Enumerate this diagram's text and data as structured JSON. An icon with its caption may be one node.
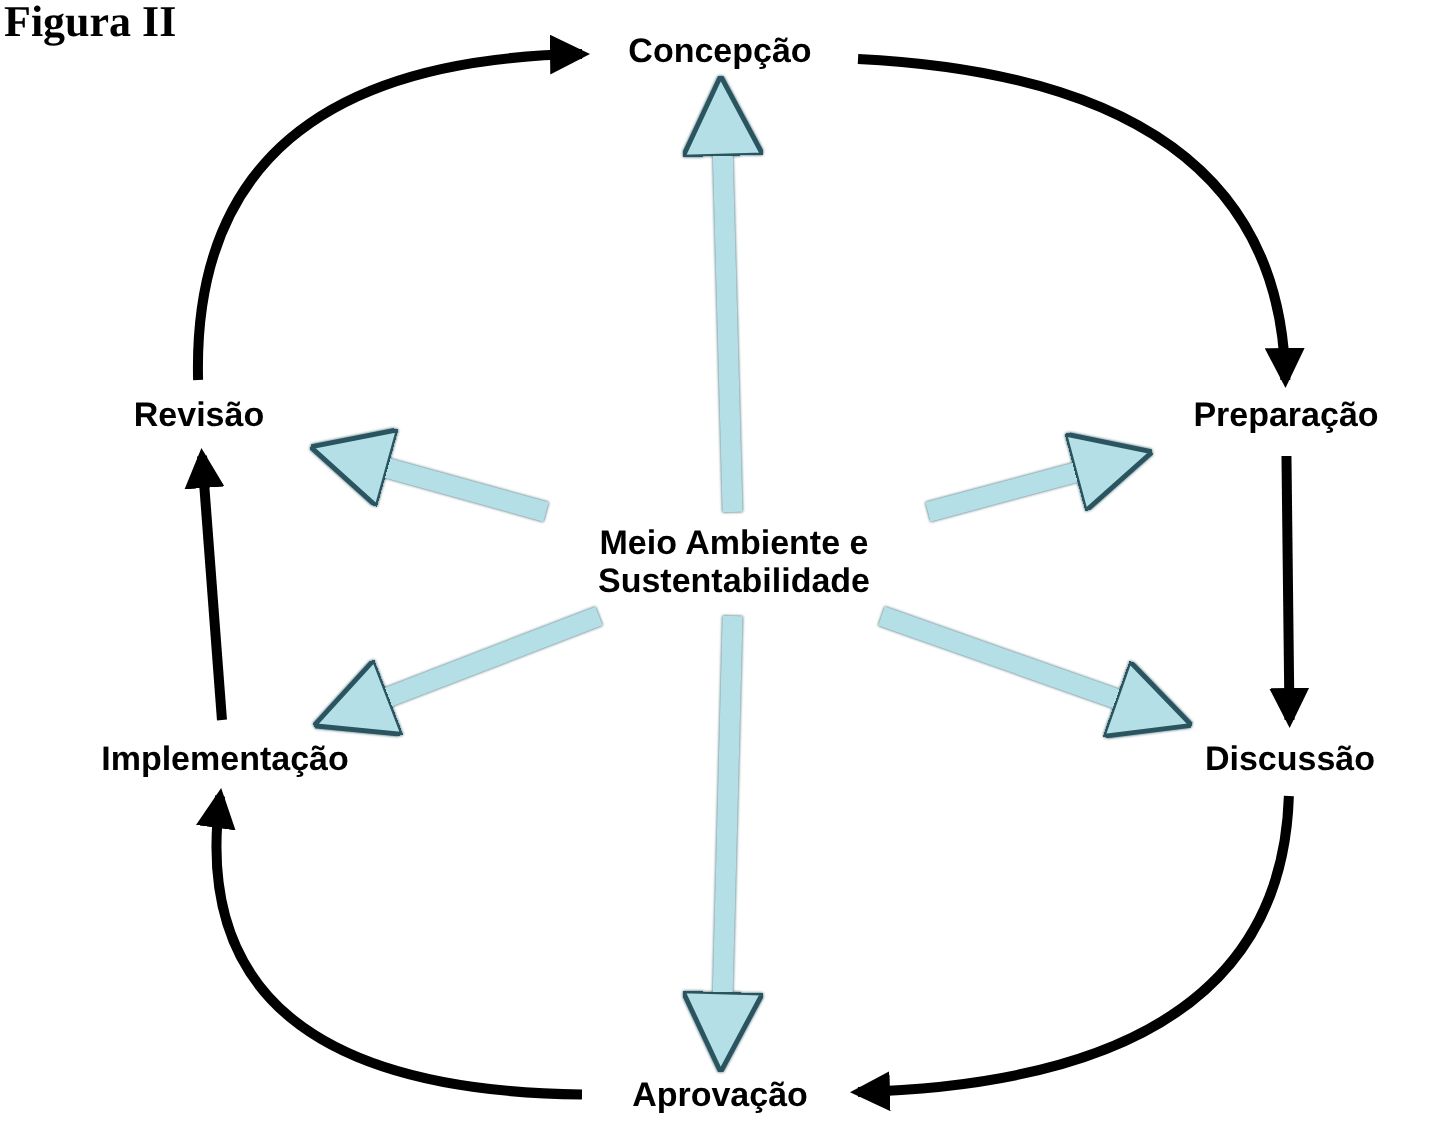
{
  "diagram": {
    "title": "Figura II",
    "nodes": [
      {
        "text": [
          "Concepção"
        ]
      },
      {
        "text": [
          "Preparação"
        ]
      },
      {
        "text": [
          "Discussão"
        ]
      },
      {
        "text": [
          "Aprovação"
        ]
      },
      {
        "text": [
          "Implementação"
        ]
      },
      {
        "text": [
          "Revisão"
        ]
      },
      {
        "text": [
          "Meio Ambiente e Sustentabilidade"
        ]
      }
    ],
    "edges": [
      {
        "from": 0,
        "to": 1,
        "arrow": "to"
      },
      {
        "from": 1,
        "to": 2,
        "arrow": "to"
      },
      {
        "from": 2,
        "to": 3,
        "arrow": "to"
      },
      {
        "from": 3,
        "to": 4,
        "arrow": "to"
      },
      {
        "from": 4,
        "to": 5,
        "arrow": "to"
      },
      {
        "from": 5,
        "to": 0,
        "arrow": "to"
      },
      {
        "from": 6,
        "to": 0,
        "arrow": "to",
        "style": "thick",
        "color": "#b4dfe6"
      },
      {
        "from": 6,
        "to": 1,
        "arrow": "to",
        "style": "thick",
        "color": "#b4dfe6"
      },
      {
        "from": 6,
        "to": 2,
        "arrow": "to",
        "style": "thick",
        "color": "#b4dfe6"
      },
      {
        "from": 6,
        "to": 3,
        "arrow": "to",
        "style": "thick",
        "color": "#b4dfe6"
      },
      {
        "from": 6,
        "to": 4,
        "arrow": "to",
        "style": "thick",
        "color": "#b4dfe6"
      },
      {
        "from": 6,
        "to": 5,
        "arrow": "to",
        "style": "thick",
        "color": "#b4dfe6"
      }
    ]
  }
}
